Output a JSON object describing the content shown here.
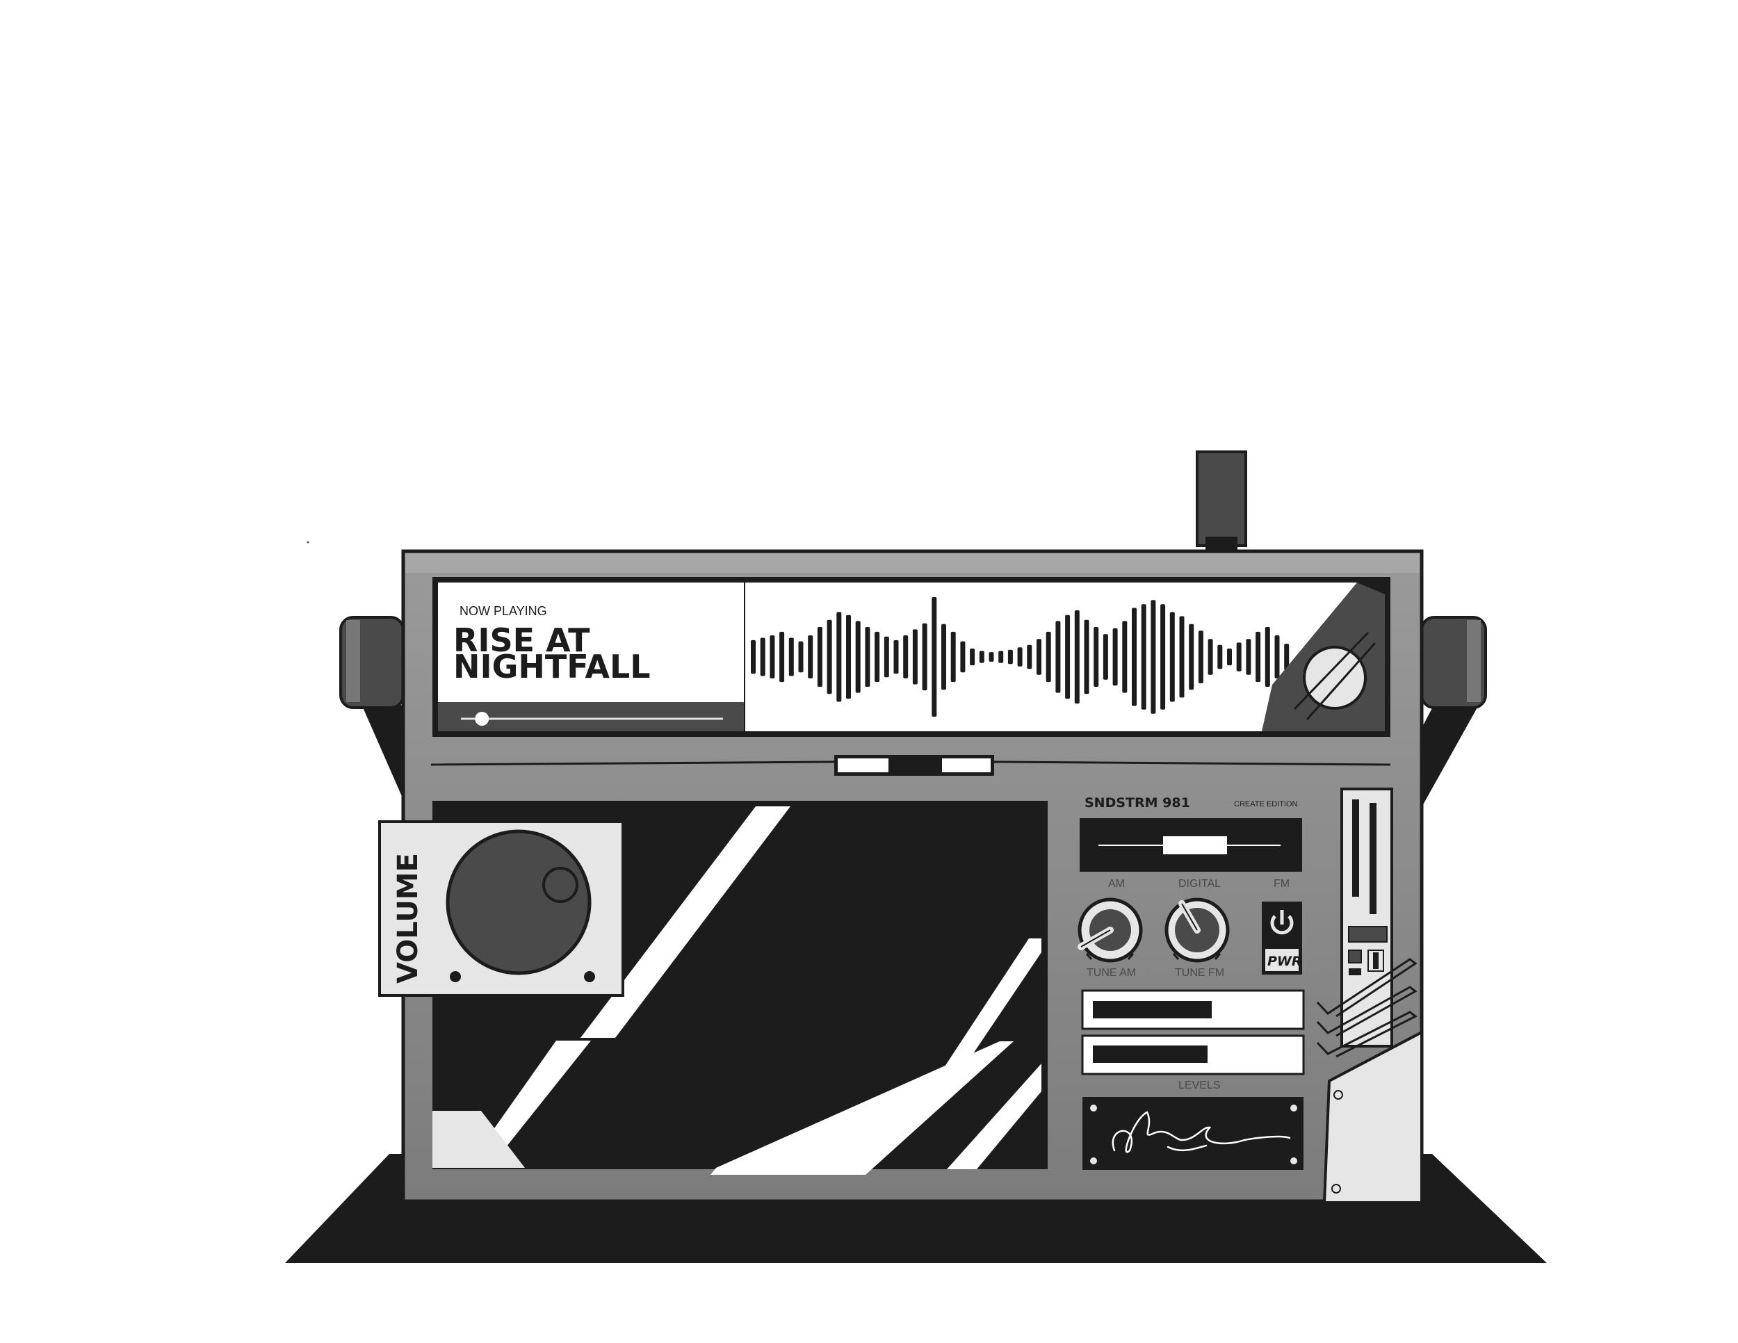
{
  "display": {
    "now_playing_label": "NOW PLAYING",
    "title_line1": "RISE AT",
    "title_line2": "NIGHTFALL",
    "progress": 0.08
  },
  "brand": {
    "model": "SNDSTRM 981",
    "edition": "CREATE EDITION"
  },
  "band_selector": {
    "bands": [
      "AM",
      "DIGITAL",
      "FM"
    ],
    "selected": "DIGITAL"
  },
  "controls": {
    "volume_label": "VOLUME",
    "tune_am_label": "TUNE AM",
    "tune_fm_label": "TUNE FM",
    "power_label": "PWR"
  },
  "levels": {
    "label": "LEVELS",
    "values": [
      0.57,
      0.55
    ]
  },
  "waveform": {
    "amplitudes": [
      0.28,
      0.32,
      0.36,
      0.42,
      0.32,
      0.26,
      0.36,
      0.5,
      0.62,
      0.75,
      0.7,
      0.6,
      0.5,
      0.42,
      0.34,
      0.28,
      0.36,
      0.46,
      0.56,
      1.0,
      0.55,
      0.42,
      0.26,
      0.14,
      0.1,
      0.08,
      0.1,
      0.12,
      0.16,
      0.2,
      0.3,
      0.42,
      0.6,
      0.7,
      0.78,
      0.62,
      0.5,
      0.38,
      0.48,
      0.6,
      0.82,
      0.88,
      0.95,
      0.88,
      0.75,
      0.68,
      0.55,
      0.44,
      0.3,
      0.2,
      0.14,
      0.24,
      0.3,
      0.42,
      0.5,
      0.36,
      0.22
    ]
  },
  "colors": {
    "body": "#8a8a8a",
    "dark": "#1c1c1c",
    "mid": "#4a4a4a",
    "light": "#e6e6e6",
    "panel": "#d9d9d9"
  }
}
